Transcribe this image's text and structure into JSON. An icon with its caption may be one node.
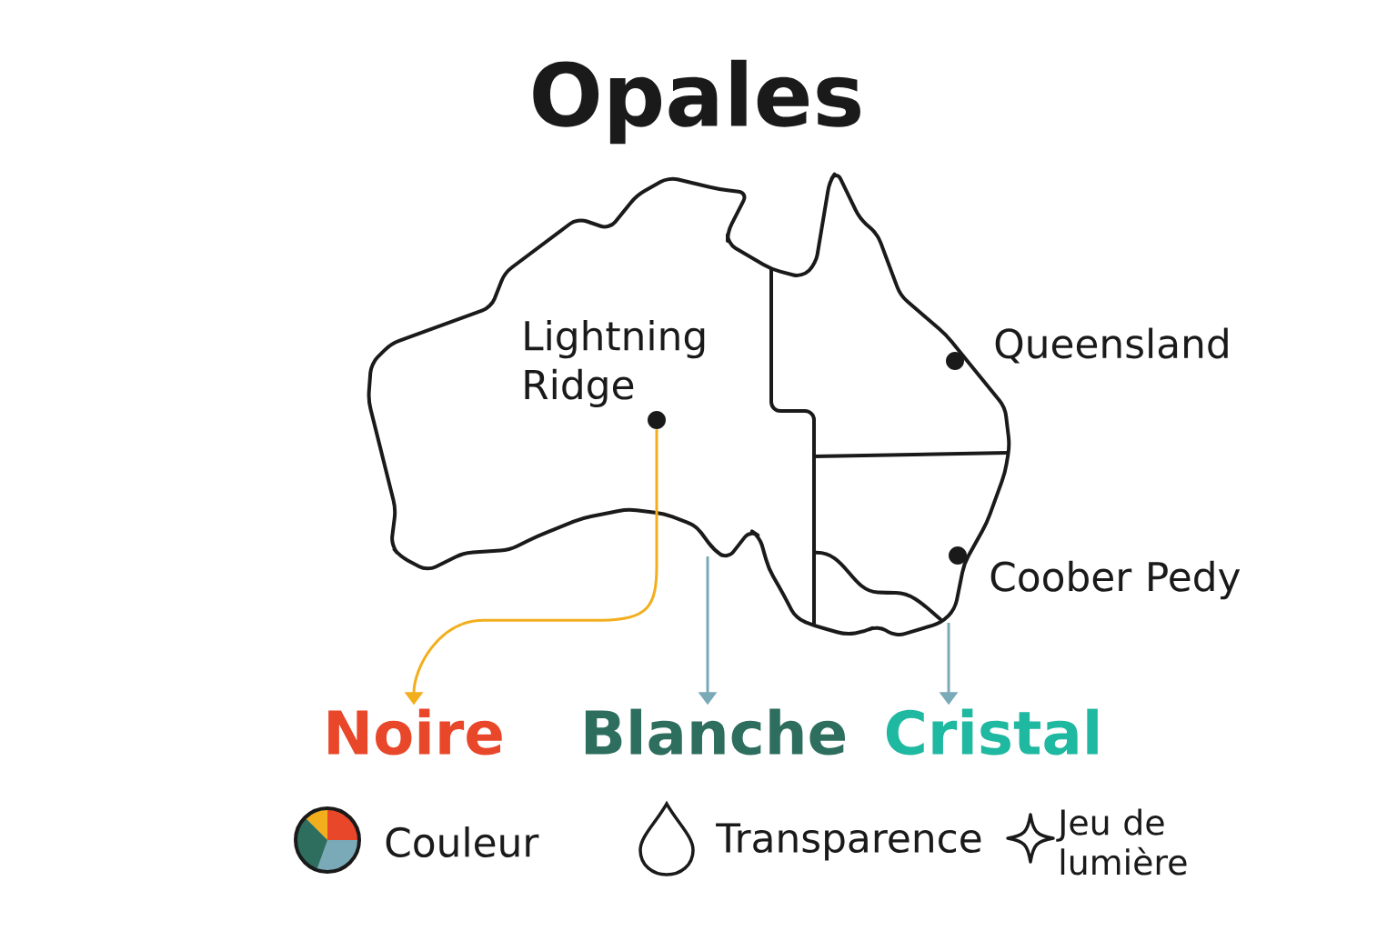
{
  "diagram": {
    "title": "Opales",
    "nodes": [
      {
        "text": [],
        "shape": "circle",
        "beside": [
          "Lightning Ridge"
        ]
      },
      {
        "text": [],
        "shape": "circle",
        "beside": [
          "Queensland"
        ]
      },
      {
        "text": [],
        "shape": "circle",
        "beside": [
          "Coober Pedy"
        ]
      },
      {
        "text": [
          "Noire"
        ]
      },
      {
        "text": [
          "Blanche"
        ]
      },
      {
        "text": [
          "Cristal"
        ]
      }
    ],
    "edges": [
      {
        "from": 0,
        "to": 3,
        "arrow": "to",
        "color": "#f2ae1c"
      },
      {
        "from": null,
        "to": 4,
        "arrow": "to"
      },
      {
        "from": null,
        "to": 5,
        "arrow": "to"
      }
    ],
    "legend": [
      {
        "text": "Couleur"
      },
      {
        "text": "Transparence"
      },
      {
        "text": "Jeu de lumière"
      }
    ]
  }
}
